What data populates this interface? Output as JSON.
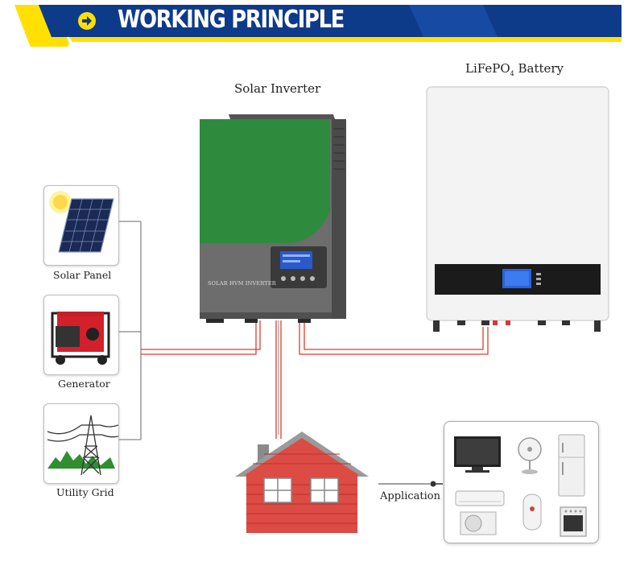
{
  "banner": {
    "title": "WORKING PRINCIPLE",
    "accent_color": "#ffe000",
    "navy_color": "#0e3a8a",
    "icon": "arrow-right-circle-icon"
  },
  "diagram": {
    "inverter_heading": "Solar Inverter",
    "inverter_model_label": "SOLAR HVM INVERTER",
    "battery_heading_prefix": "LiFePO",
    "battery_heading_sub": "4",
    "battery_heading_suffix": " Battery",
    "sources": [
      {
        "label": "Solar Panel",
        "icon": "solar-panel-icon"
      },
      {
        "label": "Generator",
        "icon": "generator-icon"
      },
      {
        "label": "Utility Grid",
        "icon": "utility-grid-icon"
      }
    ],
    "house_icon": "house-icon",
    "application_label": "Application",
    "appliances": [
      "tv-icon",
      "fan-icon",
      "refrigerator-icon",
      "air-conditioner-icon",
      "water-heater-icon",
      "oven-icon"
    ],
    "wire_color": "#e23b2a",
    "inverter_color": "#2e8b3e",
    "house_color": "#dd4b45"
  }
}
